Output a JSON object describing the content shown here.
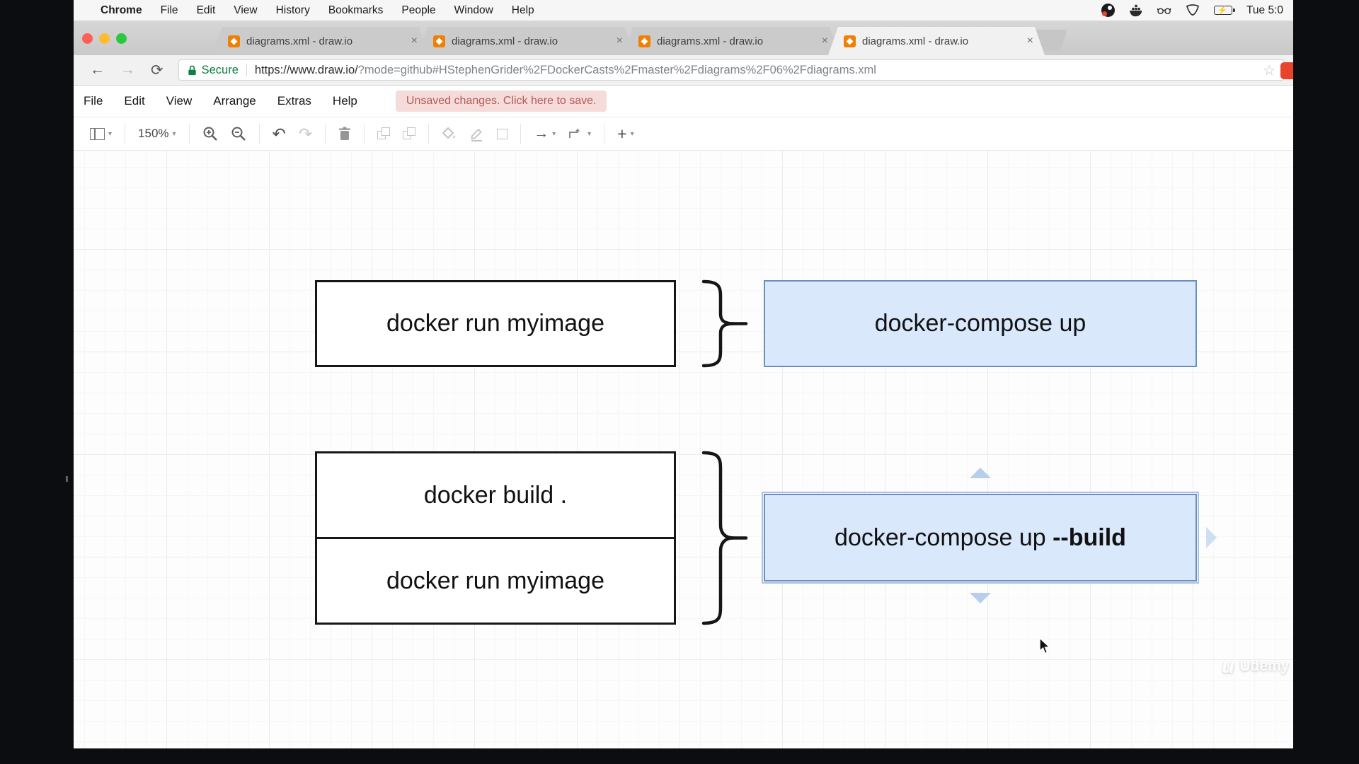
{
  "macbar": {
    "apple_logo": "",
    "app_name": "Chrome",
    "items": [
      "File",
      "Edit",
      "View",
      "History",
      "Bookmarks",
      "People",
      "Window",
      "Help"
    ],
    "status_icons": [
      "obs-icon",
      "docker-icon",
      "glasses-icon",
      "spinnaker-icon",
      "battery-charging-icon"
    ],
    "clock": "Tue 5:0"
  },
  "browser": {
    "tabs": [
      {
        "label": "diagrams.xml - draw.io",
        "close": "×"
      },
      {
        "label": "diagrams.xml - draw.io",
        "close": "×"
      },
      {
        "label": "diagrams.xml - draw.io",
        "close": "×"
      },
      {
        "label": "diagrams.xml - draw.io",
        "close": "×"
      }
    ],
    "active_tab_index": 3,
    "nav": {
      "back": "←",
      "forward": "→",
      "reload": "⟳"
    },
    "address": {
      "secure_label": "Secure",
      "url_host": "https://www.draw.io/",
      "url_rest": "?mode=github#HStephenGrider%2FDockerCasts%2Fmaster%2Fdiagrams%2F06%2Fdiagrams.xml",
      "bookmark_star": "☆"
    }
  },
  "drawio": {
    "menus": [
      "File",
      "Edit",
      "View",
      "Arrange",
      "Extras",
      "Help"
    ],
    "unsaved_notice": "Unsaved changes. Click here to save.",
    "toolbar": {
      "zoom_level": "150%",
      "caret": "▾",
      "undo_glyph": "↶",
      "redo_glyph": "↷",
      "arrow_glyph": "→",
      "plus_glyph": "+"
    }
  },
  "canvas": {
    "colors": {
      "highlight_fill": "#dae8fc",
      "highlight_border": "#6c8ebf",
      "box_border": "#161616"
    },
    "row1": {
      "left_box": "docker run myimage",
      "right_box": "docker-compose up"
    },
    "row2": {
      "top_box": "docker build .",
      "bottom_box": "docker run myimage",
      "right_box_prefix": "docker-compose up ",
      "right_box_bold": "--build"
    },
    "watermark": "Udemy"
  }
}
